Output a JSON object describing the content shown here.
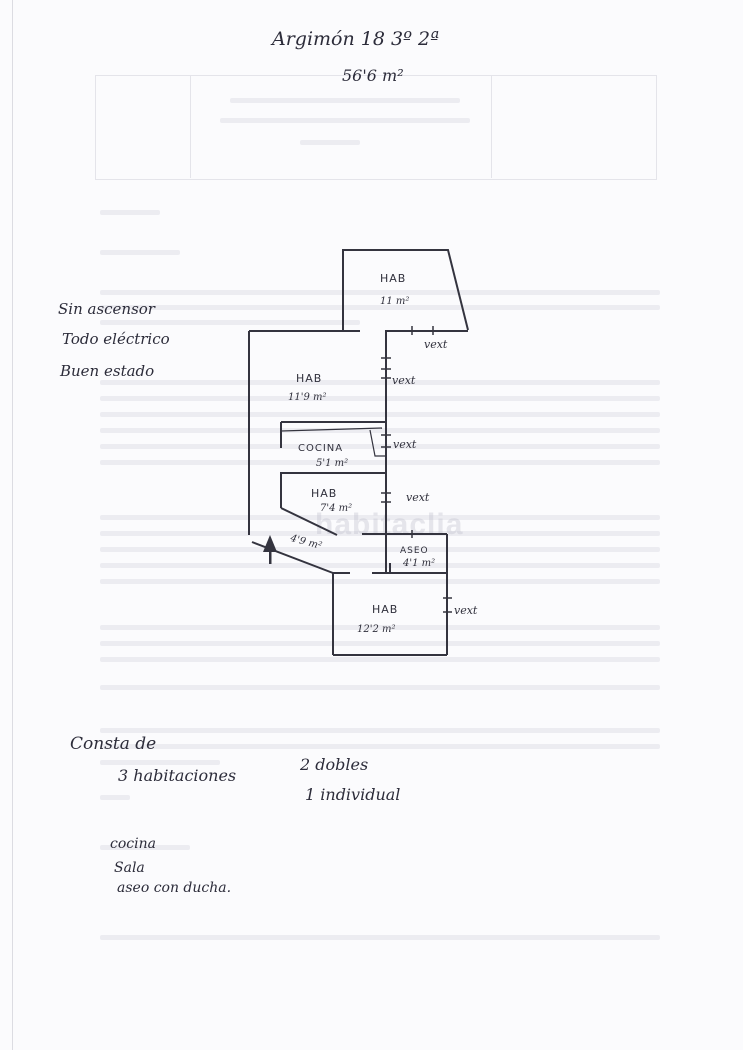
{
  "header": {
    "address": "Argimón 18  3º 2ª",
    "surface": "56'6 m²"
  },
  "side_notes": [
    "Sin ascensor",
    "Todo eléctrico",
    "Buen estado"
  ],
  "rooms": [
    {
      "name": "HAB",
      "area": "11 m²"
    },
    {
      "name": "HAB",
      "area": "11'9 m²"
    },
    {
      "name": "COCINA",
      "area": "5'1 m²"
    },
    {
      "name": "HAB",
      "area": "7'4 m²"
    },
    {
      "name": "",
      "area": "4'9 m²"
    },
    {
      "name": "ASEO",
      "area": "4'1 m²"
    },
    {
      "name": "HAB",
      "area": "12'2 m²"
    }
  ],
  "window_labels": [
    "vext",
    "vext",
    "vext",
    "vext",
    "vext"
  ],
  "summary": {
    "line1": "Consta de",
    "line2": "3 habitaciones",
    "dobles": "2 dobles",
    "individual": "1 individual",
    "items": [
      "cocina",
      "Sala",
      "aseo con ducha."
    ]
  },
  "watermark": "habitaclia",
  "colors": {
    "ink": "#2c2c3a",
    "paper": "#fbfbfd"
  }
}
